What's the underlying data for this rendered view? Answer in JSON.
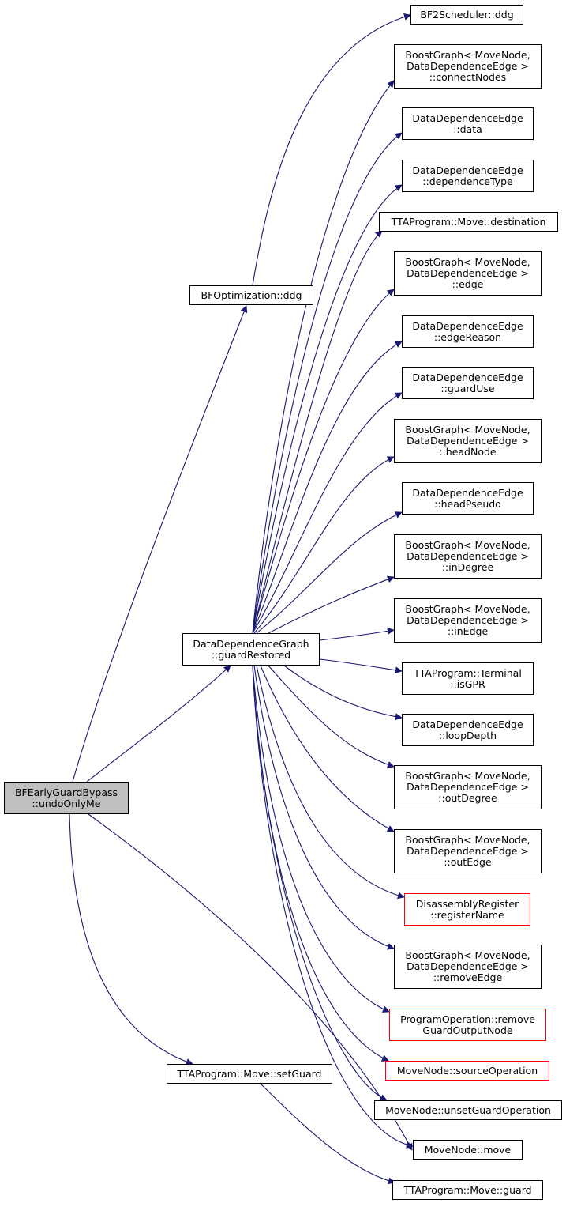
{
  "colors": {
    "edge": "#191970",
    "node_border": "#000000",
    "node_border_truncated": "#ff0000",
    "root_fill": "#bfbfbf",
    "background": "#ffffff"
  },
  "nodes": {
    "root": {
      "line1": "BFEarlyGuardBypass",
      "line2": "::undoOnlyMe"
    },
    "bfopt_ddg": {
      "line1": "BFOptimization::ddg"
    },
    "ddg_guard_restored": {
      "line1": "DataDependenceGraph",
      "line2": "::guardRestored"
    },
    "move_set_guard": {
      "line1": "TTAProgram::Move::setGuard"
    },
    "bf2_ddg": {
      "line1": "BF2Scheduler::ddg"
    },
    "connect_nodes": {
      "line1": "BoostGraph< MoveNode,",
      "line2": "DataDependenceEdge >",
      "line3": "::connectNodes"
    },
    "dde_data": {
      "line1": "DataDependenceEdge",
      "line2": "::data"
    },
    "dde_dependence_type": {
      "line1": "DataDependenceEdge",
      "line2": "::dependenceType"
    },
    "move_destination": {
      "line1": "TTAProgram::Move::destination"
    },
    "bg_edge": {
      "line1": "BoostGraph< MoveNode,",
      "line2": "DataDependenceEdge >",
      "line3": "::edge"
    },
    "dde_edge_reason": {
      "line1": "DataDependenceEdge",
      "line2": "::edgeReason"
    },
    "dde_guard_use": {
      "line1": "DataDependenceEdge",
      "line2": "::guardUse"
    },
    "bg_head_node": {
      "line1": "BoostGraph< MoveNode,",
      "line2": "DataDependenceEdge >",
      "line3": "::headNode"
    },
    "dde_head_pseudo": {
      "line1": "DataDependenceEdge",
      "line2": "::headPseudo"
    },
    "bg_in_degree": {
      "line1": "BoostGraph< MoveNode,",
      "line2": "DataDependenceEdge >",
      "line3": "::inDegree"
    },
    "bg_in_edge": {
      "line1": "BoostGraph< MoveNode,",
      "line2": "DataDependenceEdge >",
      "line3": "::inEdge"
    },
    "terminal_is_gpr": {
      "line1": "TTAProgram::Terminal",
      "line2": "::isGPR"
    },
    "dde_loop_depth": {
      "line1": "DataDependenceEdge",
      "line2": "::loopDepth"
    },
    "bg_out_degree": {
      "line1": "BoostGraph< MoveNode,",
      "line2": "DataDependenceEdge >",
      "line3": "::outDegree"
    },
    "bg_out_edge": {
      "line1": "BoostGraph< MoveNode,",
      "line2": "DataDependenceEdge >",
      "line3": "::outEdge"
    },
    "disasm_register_name": {
      "line1": "DisassemblyRegister",
      "line2": "::registerName"
    },
    "bg_remove_edge": {
      "line1": "BoostGraph< MoveNode,",
      "line2": "DataDependenceEdge >",
      "line3": "::removeEdge"
    },
    "progop_remove_guard_output": {
      "line1": "ProgramOperation::remove",
      "line2": "GuardOutputNode"
    },
    "movenode_source_operation": {
      "line1": "MoveNode::sourceOperation"
    },
    "movenode_unset_guard_operation": {
      "line1": "MoveNode::unsetGuardOperation"
    },
    "movenode_move": {
      "line1": "MoveNode::move"
    },
    "move_guard": {
      "line1": "TTAProgram::Move::guard"
    }
  }
}
